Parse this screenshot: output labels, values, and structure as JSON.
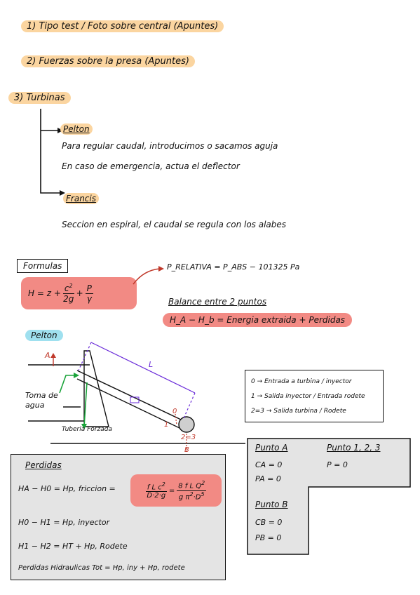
{
  "topics": [
    {
      "label": "1) Tipo test / Foto sobre central (Apuntes)"
    },
    {
      "label": "2) Fuerzas sobre la presa (Apuntes)"
    },
    {
      "label": "3) Turbinas"
    }
  ],
  "turbinas": {
    "pelton": {
      "title": "Pelton",
      "line1": "Para regular caudal, introducimos o sacamos aguja",
      "line2": "En caso de emergencia, actua el deflector"
    },
    "francis": {
      "title": "Francis",
      "line1": "Seccion en espiral, el caudal se regula con los alabes"
    }
  },
  "formulas": {
    "title": "Formulas",
    "relativa": "P_RELATIVA = P_ABS − 101325 Pa",
    "balance_title": "Balance entre 2 puntos",
    "balance_eq": "H_A − H_b = Energia extraida + Perdidas"
  },
  "pelton_section": {
    "title": "Pelton",
    "toma_label": "Toma de agua",
    "tuberia_label": "Tuberia Forzada",
    "marker_A": "A",
    "marker_L": "L",
    "marker_0": "0",
    "marker_1": "1",
    "marker_23": "2=3",
    "marker_B": "B"
  },
  "legend": {
    "items": [
      "0 → Entrada a turbina / inyector",
      "1 → Salida inyector / Entrada rodete",
      "2=3 → Salida turbina / Rodete"
    ]
  },
  "puntos": {
    "a_title": "Punto A",
    "a_vals": [
      "CA = 0",
      "PA = 0"
    ],
    "b_title": "Punto B",
    "b_vals": [
      "CB = 0",
      "PB = 0"
    ],
    "c_title": "Punto 1, 2, 3",
    "c_vals": [
      "P = 0"
    ]
  },
  "perdidas": {
    "title": "Perdidas",
    "eq1_left": "HA − H0 = Hp, friccion =",
    "eq2": "H0 − H1 = Hp, inyector",
    "eq3": "H1 − H2 = HT + Hp, Rodete",
    "eq4": "Perdidas Hidraulicas Tot = Hp, iny + Hp, rodete"
  }
}
